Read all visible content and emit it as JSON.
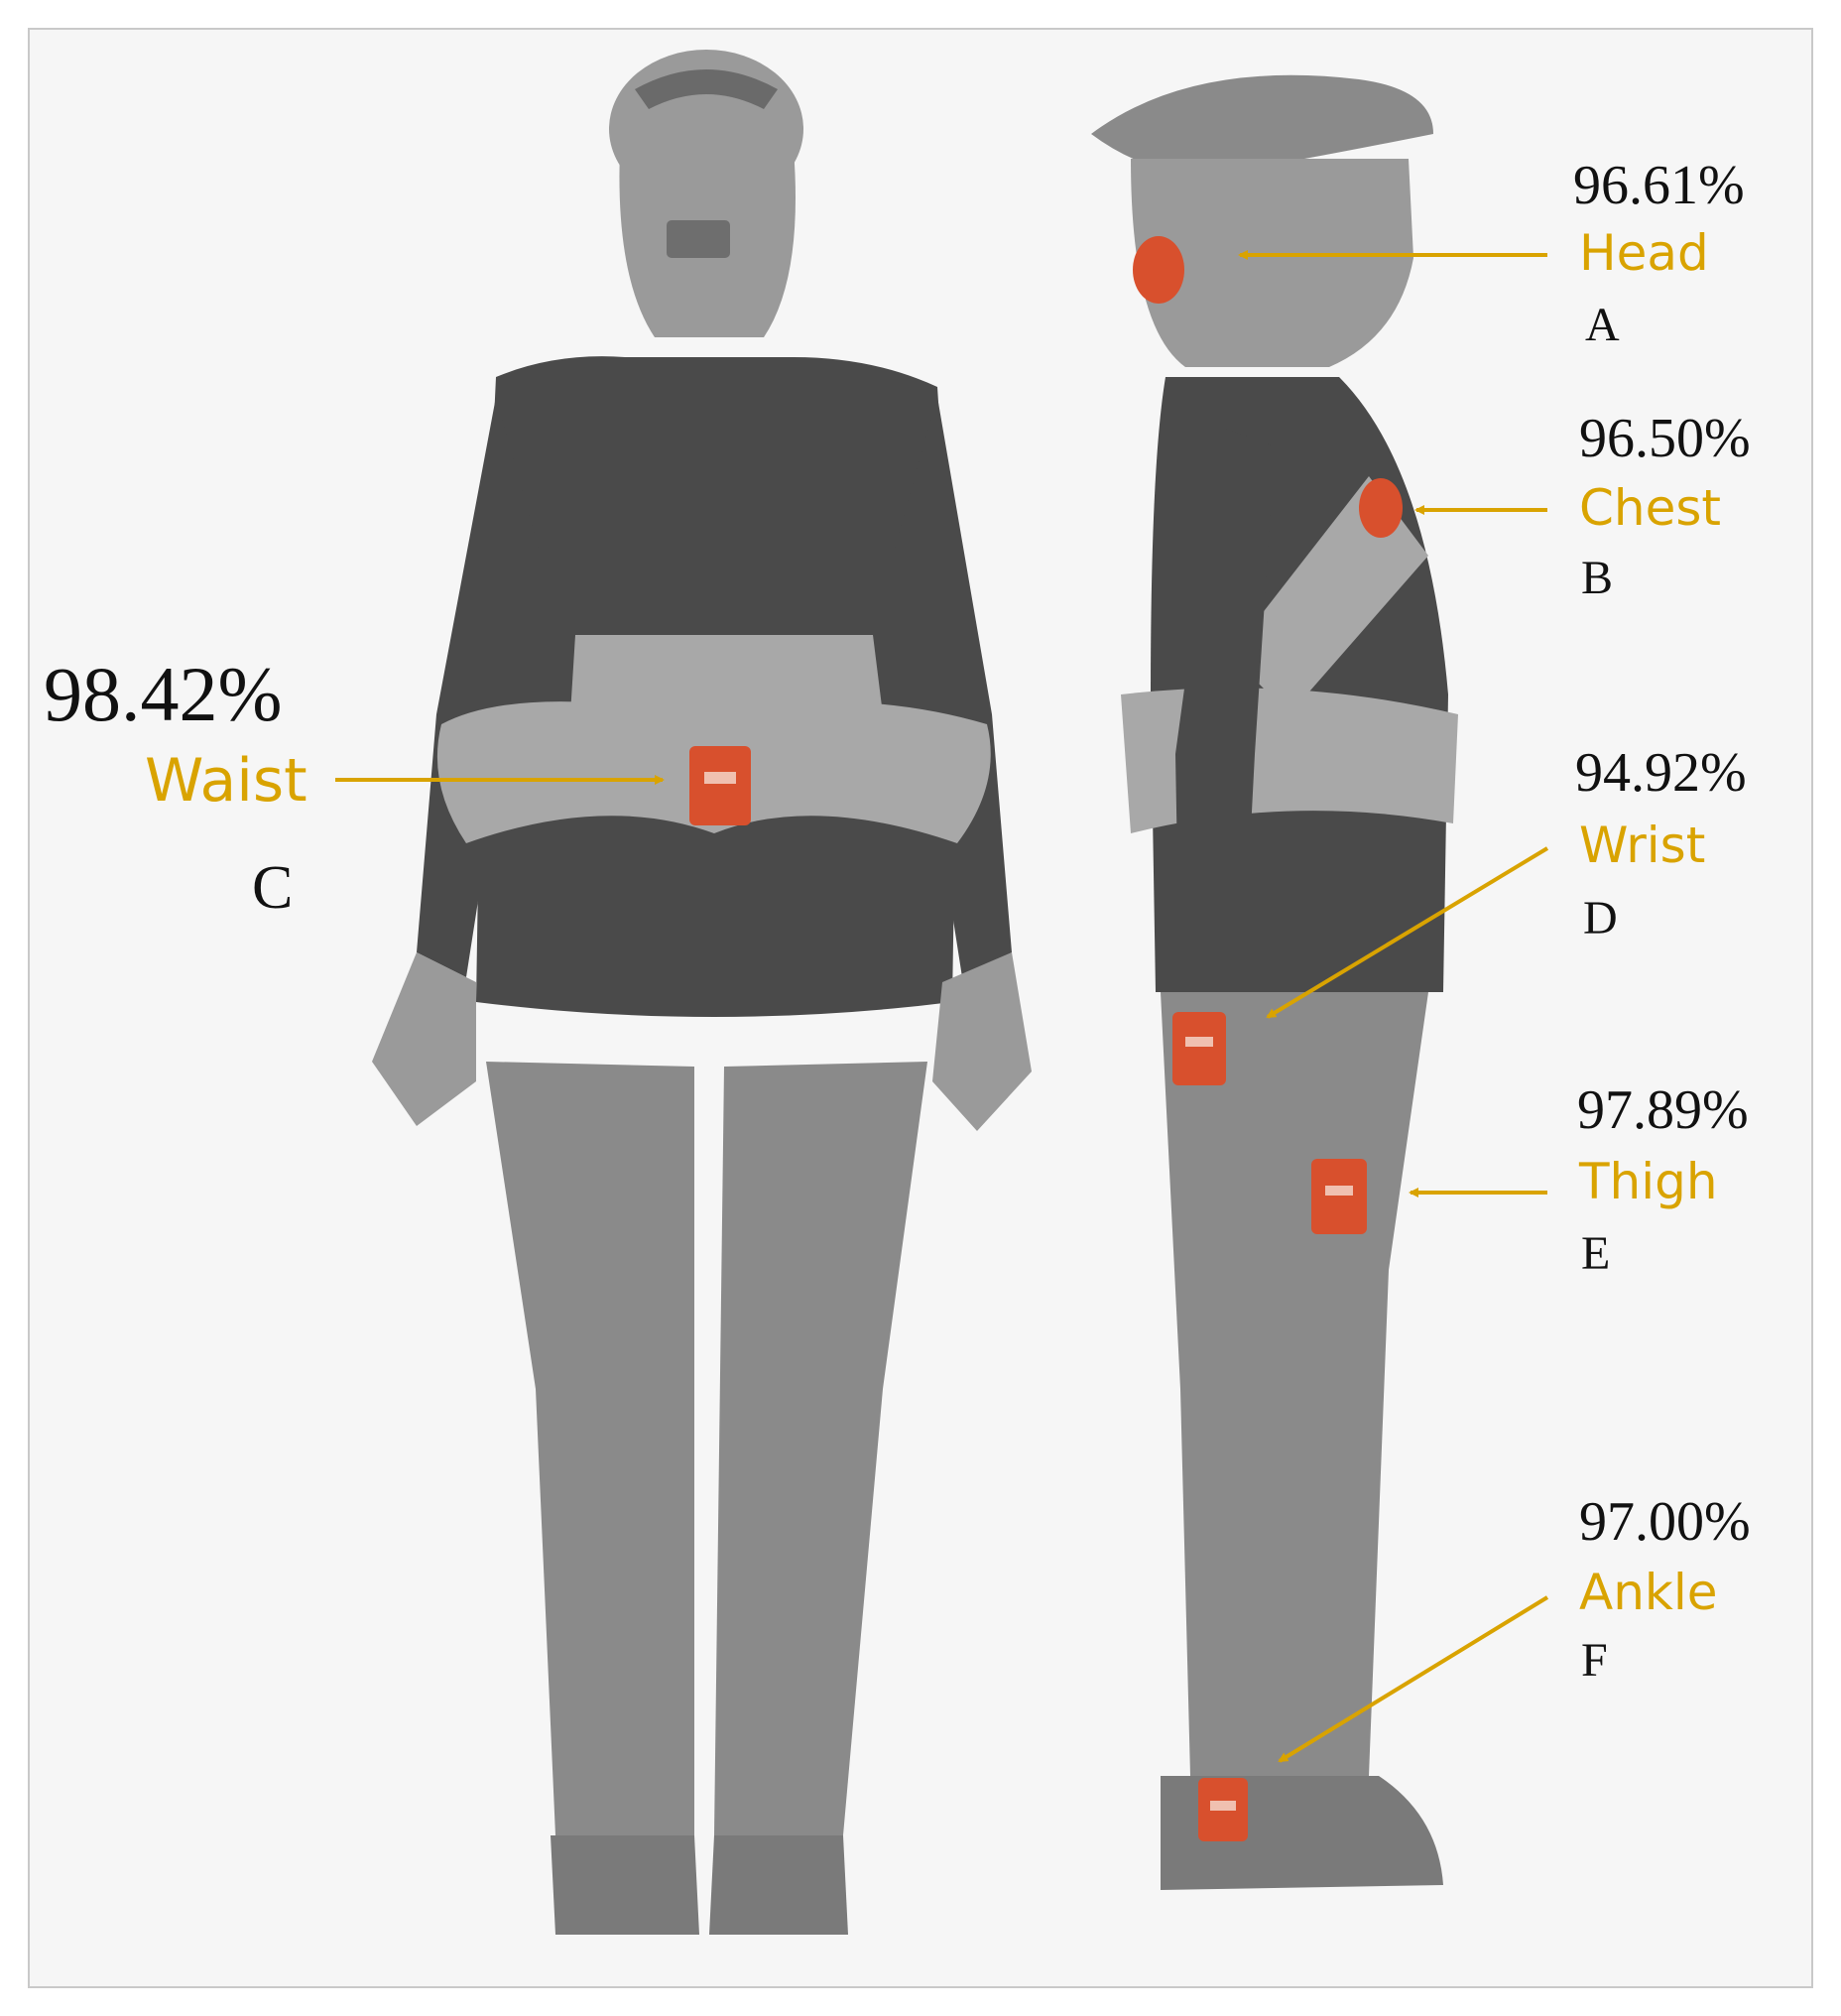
{
  "colors": {
    "background": "#f6f6f6",
    "frame_border": "#c9c9c9",
    "label_accent": "#d9a300",
    "text": "#111111",
    "figure_body": "#8a8a8a",
    "figure_clothing": "#4a4a4a",
    "figure_harness": "#a8a8a8",
    "sensor": "#d8502d"
  },
  "sensors": {
    "head": {
      "percent": "96.61%",
      "site": "Head",
      "letter": "A"
    },
    "chest": {
      "percent": "96.50%",
      "site": "Chest",
      "letter": "B"
    },
    "waist": {
      "percent": "98.42%",
      "site": "Waist",
      "letter": "C"
    },
    "wrist": {
      "percent": "94.92%",
      "site": "Wrist",
      "letter": "D"
    },
    "thigh": {
      "percent": "97.89%",
      "site": "Thigh",
      "letter": "E"
    },
    "ankle": {
      "percent": "97.00%",
      "site": "Ankle",
      "letter": "F"
    }
  }
}
